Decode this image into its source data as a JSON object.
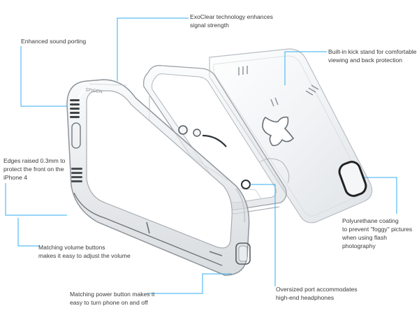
{
  "callouts": {
    "sound_porting": "Enhanced sound porting",
    "exoclear": "ExoClear technology enhances\nsignal strength",
    "kickstand": "Built-in kick stand for comfortable\nviewing and back protection",
    "edges_raised": "Edges raised 0.3mm to\nprotect the front on the\niPhone 4",
    "polyurethane": "Polyurethane coating\nto prevent \"foggy\" pictures\nwhen using flash photography",
    "volume_buttons": "Matching volume buttons\nmakes it easy to adjust the volume",
    "oversized_port": "Oversized port accommodates\nhigh-end headphones",
    "power_button": "Matching power button makes it\neasy to turn phone on and off"
  },
  "colors": {
    "leader_line": "#33aef0",
    "text": "#3a3a3a",
    "frame_edge": "#9aa0a6",
    "frame_dark": "#5a5f64"
  },
  "logo_text": "SPIGEN"
}
